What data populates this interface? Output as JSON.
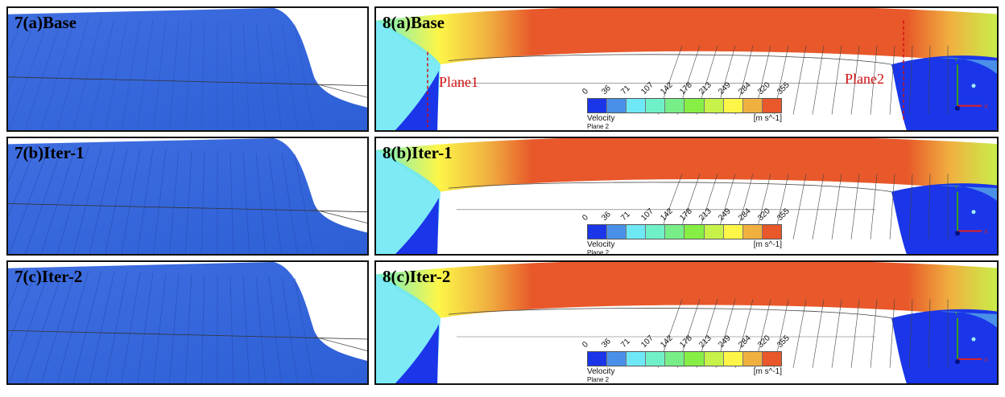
{
  "left_panels": [
    {
      "label": "7(a)Base"
    },
    {
      "label": "7(b)Iter-1"
    },
    {
      "label": "7(c)Iter-2"
    }
  ],
  "right_panels": [
    {
      "label": "8(a)Base",
      "planes": [
        "Plane1",
        "Plane2"
      ]
    },
    {
      "label": "8(b)Iter-1",
      "planes": []
    },
    {
      "label": "8(c)Iter-2",
      "planes": []
    }
  ],
  "colorbar": {
    "ticks": [
      "0",
      "36",
      "71",
      "107",
      "142",
      "178",
      "213",
      "249",
      "284",
      "320",
      "355"
    ],
    "colors": [
      "#1a36e8",
      "#4a90e8",
      "#6fe8f5",
      "#70f0c8",
      "#78ee88",
      "#86ee44",
      "#c6f24a",
      "#fdf648",
      "#f0b040",
      "#e8582a"
    ],
    "title": "Velocity",
    "subtitle": "Plane 2",
    "unit": "[m s^-1]"
  },
  "axis_triad": {
    "y": "Y",
    "x": "X"
  }
}
